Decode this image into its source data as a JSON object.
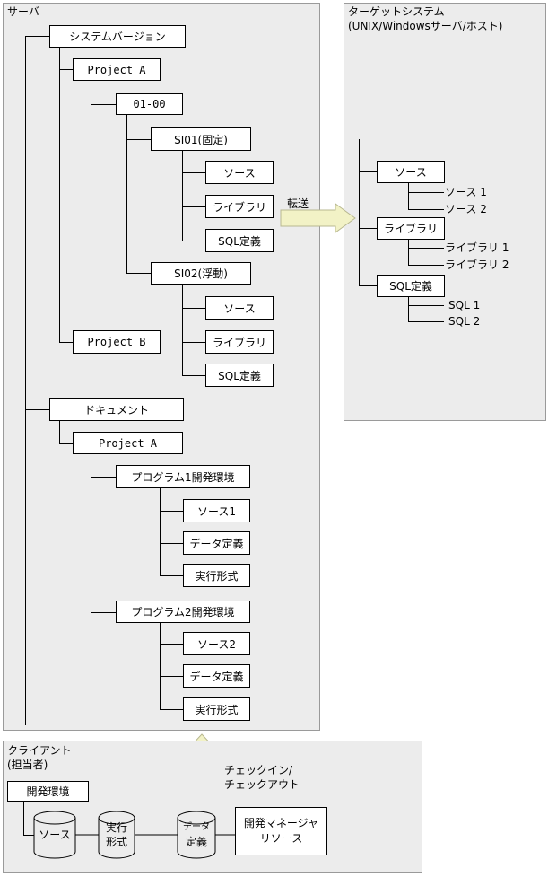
{
  "server": {
    "label": "サーバ",
    "system_version": "システムバージョン",
    "project_a": "Project A",
    "version": "01-00",
    "si01": "SI01(固定)",
    "si02": "SI02(浮動)",
    "source": "ソース",
    "library": "ライブラリ",
    "sql_def": "SQL定義",
    "project_b": "Project B",
    "documents": "ドキュメント",
    "doc_project_a": "Project A",
    "program1_env": "プログラム1開発環境",
    "program2_env": "プログラム2開発環境",
    "source1": "ソース1",
    "source2": "ソース2",
    "data_def": "データ定義",
    "executable": "実行形式"
  },
  "transfer_label": "転送",
  "target": {
    "label_line1": "ターゲットシステム",
    "label_line2": "(UNIX/Windowsサーバ/ホスト)",
    "source": "ソース",
    "source_1": "ソース 1",
    "source_2": "ソース 2",
    "library": "ライブラリ",
    "library_1": "ライブラリ 1",
    "library_2": "ライブラリ 2",
    "sql_def": "SQL定義",
    "sql_1": "SQL 1",
    "sql_2": "SQL 2"
  },
  "checkin": {
    "line1": "チェックイン/",
    "line2": "チェックアウト"
  },
  "client": {
    "label_line1": "クライアント",
    "label_line2": "(担当者)",
    "dev_env": "開発環境",
    "source": "ソース",
    "exec_line1": "実行",
    "exec_line2": "形式",
    "data_line1": "データ",
    "data_line2": "定義",
    "manager_line1": "開発マネージャ",
    "manager_line2": "リソース"
  },
  "colors": {
    "region_bg": "#ececec",
    "region_border": "#9a9a9a",
    "arrow_fill": "#f2f2c6",
    "arrow_stroke": "#b8b890"
  }
}
